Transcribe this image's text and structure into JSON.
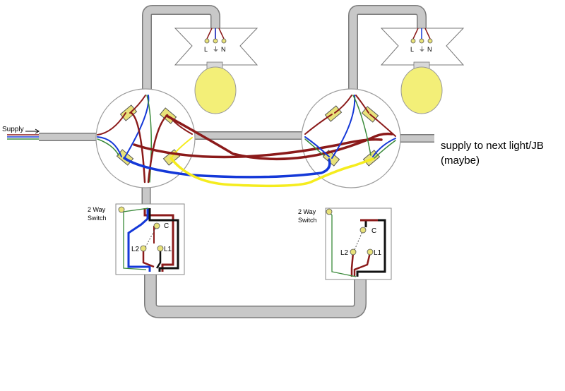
{
  "labels": {
    "supply": "Supply",
    "next_light": "supply to next light/JB",
    "next_light_note": "(maybe)",
    "switch_left_line1": "2 Way",
    "switch_left_line2": "Switch",
    "switch_right_line1": "2 Way",
    "switch_right_line2": "Switch",
    "terminal_c": "C",
    "terminal_l1": "L1",
    "terminal_l2": "L2",
    "lamp_l": "L",
    "lamp_n": "N"
  },
  "colors": {
    "cable": "#c8c8c8",
    "cable_edge": "#7a7a7a",
    "brown": "#8b1a1a",
    "blue": "#1438d8",
    "yellow": "#f5ec1e",
    "black": "#111111",
    "earth": "#3a8a3a",
    "bulb": "#f3ef78",
    "terminal": "#e8e27a"
  }
}
